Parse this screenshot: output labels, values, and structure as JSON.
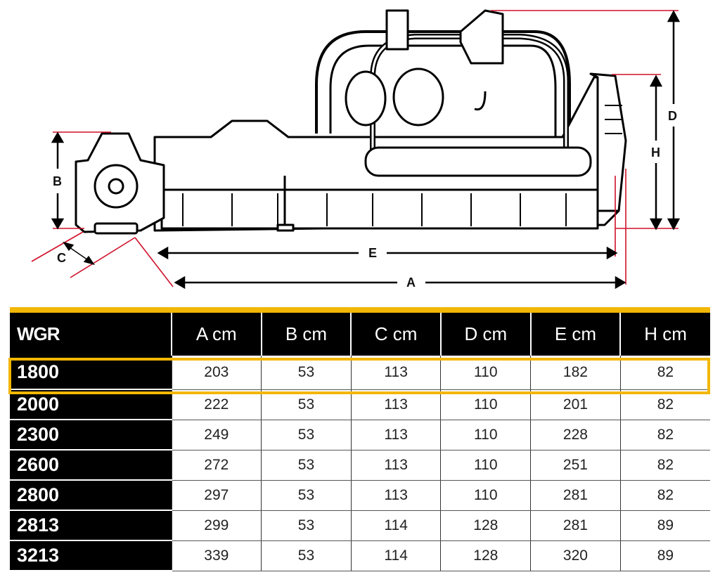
{
  "diagram": {
    "labels": {
      "A": "A",
      "B": "B",
      "C": "C",
      "D": "D",
      "E": "E",
      "H": "H"
    },
    "colors": {
      "dimension_line": "#d0102a",
      "outline": "#000000"
    }
  },
  "table": {
    "accent_color": "#f2b705",
    "headers": [
      "WGR",
      "A cm",
      "B cm",
      "C cm",
      "D cm",
      "E cm",
      "H cm"
    ],
    "highlighted_model": "1800",
    "rows": [
      {
        "model": "1800",
        "values": [
          "203",
          "53",
          "113",
          "110",
          "182",
          "82"
        ]
      },
      {
        "model": "2000",
        "values": [
          "222",
          "53",
          "113",
          "110",
          "201",
          "82"
        ]
      },
      {
        "model": "2300",
        "values": [
          "249",
          "53",
          "113",
          "110",
          "228",
          "82"
        ]
      },
      {
        "model": "2600",
        "values": [
          "272",
          "53",
          "113",
          "110",
          "251",
          "82"
        ]
      },
      {
        "model": "2800",
        "values": [
          "297",
          "53",
          "113",
          "110",
          "281",
          "82"
        ]
      },
      {
        "model": "2813",
        "values": [
          "299",
          "53",
          "114",
          "128",
          "281",
          "89"
        ]
      },
      {
        "model": "3213",
        "values": [
          "339",
          "53",
          "114",
          "128",
          "320",
          "89"
        ]
      }
    ]
  }
}
